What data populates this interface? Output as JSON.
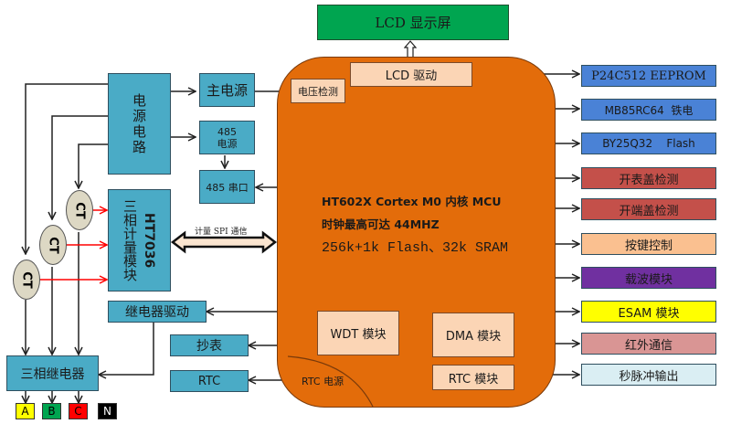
{
  "diagram": {
    "lcd_display": "LCD 显示屏",
    "mcu": {
      "lcd_driver": "LCD 驱动",
      "voltage_detect": "电压检测",
      "line1": "HT602X Cortex M0 内核 MCU",
      "line2": "时钟最高可达 44MHZ",
      "line3": "256k+1k Flash、32k SRAM",
      "wdt": "WDT 模块",
      "dma": "DMA 模块",
      "rtc_module": "RTC 模块",
      "rtc_power": "RTC 电源"
    },
    "power": {
      "power_circuit": "电源电路",
      "main_power": "主电源",
      "rs485_power_line1": "485",
      "rs485_power_line2": "电源",
      "rs485_port": "485 串口"
    },
    "metering": {
      "module": "三相计量模块",
      "chip": "HT7036",
      "spi_label": "计量 SPI 通信",
      "ct_label": "CT"
    },
    "relay": {
      "driver": "继电器驱动",
      "three_phase_relay": "三相继电器",
      "phases": [
        {
          "label": "A",
          "color": "#ffff00"
        },
        {
          "label": "B",
          "color": "#00a550"
        },
        {
          "label": "C",
          "color": "#ff0000"
        },
        {
          "label": "N",
          "color": "#000000"
        }
      ]
    },
    "meter_read": "抄表",
    "rtc": "RTC",
    "peripherals": [
      {
        "label": "P24C512 EEPROM",
        "color": "#4a82d6"
      },
      {
        "label": "MB85RC64  铁电",
        "color": "#4a82d6"
      },
      {
        "label": "BY25Q32    Flash",
        "color": "#4a82d6"
      },
      {
        "label": "开表盖检测",
        "color": "#c4504a"
      },
      {
        "label": "开端盖检测",
        "color": "#c4504a"
      },
      {
        "label": "按键控制",
        "color": "#fac090"
      },
      {
        "label": "载波模块",
        "color": "#7030a0"
      },
      {
        "label": "ESAM 模块",
        "color": "#ffff00"
      },
      {
        "label": "红外通信",
        "color": "#d99594"
      },
      {
        "label": "秒脉冲输出",
        "color": "#daeef3"
      }
    ],
    "colors": {
      "mcu": "#e36c0a",
      "lcd": "#00a550",
      "module": "#4aabc6",
      "ct_signal": "#ff0000"
    }
  }
}
